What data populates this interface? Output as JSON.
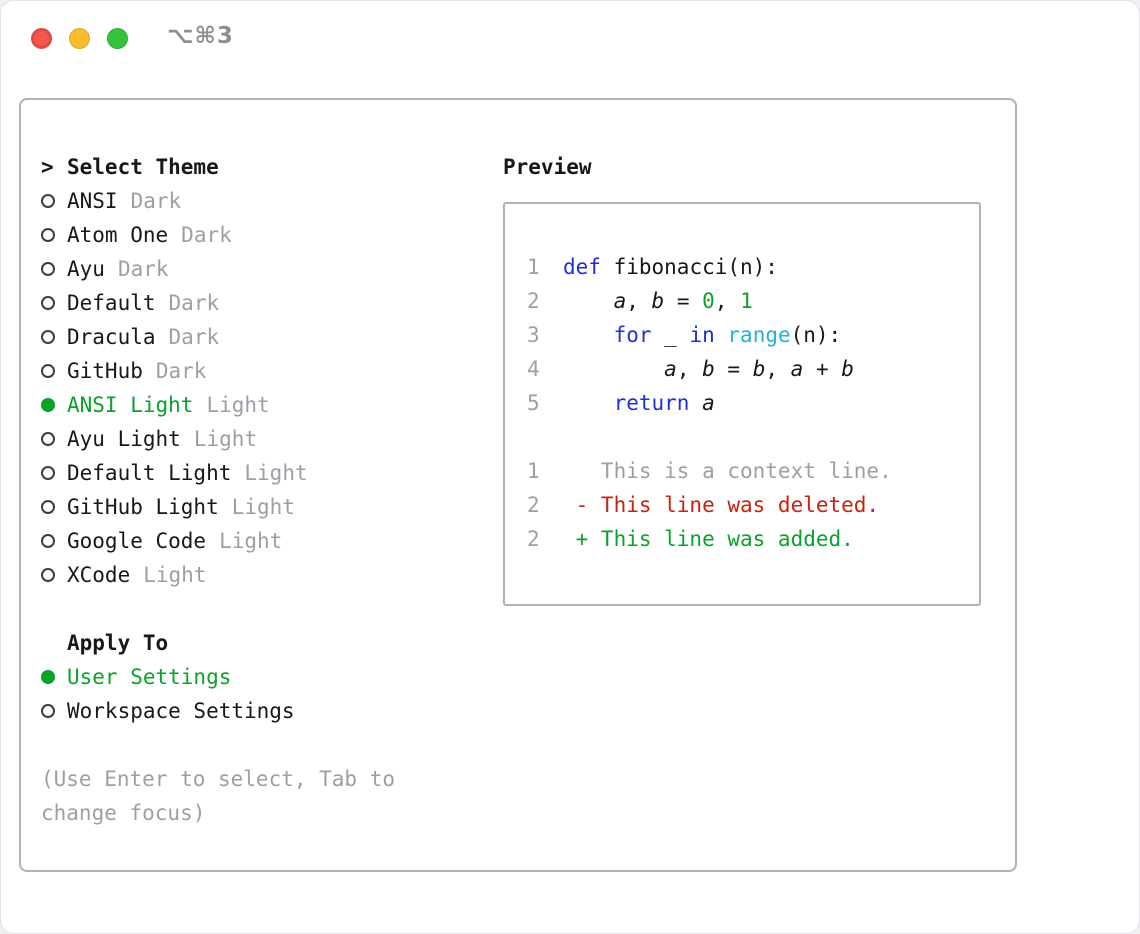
{
  "titlebar": {
    "shortcut": "⌥⌘3"
  },
  "selector": {
    "caret": ">",
    "title": "Select Theme",
    "themes": [
      {
        "name": "ANSI",
        "variant": "Dark",
        "selected": false
      },
      {
        "name": "Atom One",
        "variant": "Dark",
        "selected": false
      },
      {
        "name": "Ayu",
        "variant": "Dark",
        "selected": false
      },
      {
        "name": "Default",
        "variant": "Dark",
        "selected": false
      },
      {
        "name": "Dracula",
        "variant": "Dark",
        "selected": false
      },
      {
        "name": "GitHub",
        "variant": "Dark",
        "selected": false
      },
      {
        "name": "ANSI Light",
        "variant": "Light",
        "selected": true
      },
      {
        "name": "Ayu Light",
        "variant": "Light",
        "selected": false
      },
      {
        "name": "Default Light",
        "variant": "Light",
        "selected": false
      },
      {
        "name": "GitHub Light",
        "variant": "Light",
        "selected": false
      },
      {
        "name": "Google Code",
        "variant": "Light",
        "selected": false
      },
      {
        "name": "XCode",
        "variant": "Light",
        "selected": false
      }
    ],
    "apply_title": "Apply To",
    "apply_options": [
      {
        "label": "User Settings",
        "selected": true
      },
      {
        "label": "Workspace Settings",
        "selected": false
      }
    ],
    "hint": "(Use Enter to select, Tab to change focus)"
  },
  "preview": {
    "title": "Preview",
    "code_lines": [
      {
        "num": "1",
        "tokens": [
          [
            "kw",
            "def"
          ],
          [
            "plain",
            " fibonacci(n):"
          ]
        ]
      },
      {
        "num": "2",
        "tokens": [
          [
            "plain",
            "    "
          ],
          [
            "var",
            "a"
          ],
          [
            "plain",
            ", "
          ],
          [
            "var",
            "b"
          ],
          [
            "plain",
            " = "
          ],
          [
            "green",
            "0"
          ],
          [
            "plain",
            ", "
          ],
          [
            "green",
            "1"
          ]
        ]
      },
      {
        "num": "3",
        "tokens": [
          [
            "plain",
            "    "
          ],
          [
            "kw",
            "for"
          ],
          [
            "plain",
            " _ "
          ],
          [
            "kw",
            "in"
          ],
          [
            "plain",
            " "
          ],
          [
            "cyan",
            "range"
          ],
          [
            "plain",
            "(n):"
          ]
        ]
      },
      {
        "num": "4",
        "tokens": [
          [
            "plain",
            "        "
          ],
          [
            "var",
            "a"
          ],
          [
            "plain",
            ", "
          ],
          [
            "var",
            "b"
          ],
          [
            "plain",
            " = "
          ],
          [
            "var",
            "b"
          ],
          [
            "plain",
            ", "
          ],
          [
            "var",
            "a"
          ],
          [
            "plain",
            " + "
          ],
          [
            "var",
            "b"
          ]
        ]
      },
      {
        "num": "5",
        "tokens": [
          [
            "plain",
            "    "
          ],
          [
            "kw",
            "return"
          ],
          [
            "plain",
            " "
          ],
          [
            "var",
            "a"
          ]
        ]
      }
    ],
    "diff_lines": [
      {
        "num": "1",
        "tokens": [
          [
            "ctx",
            "   This is a context line."
          ]
        ]
      },
      {
        "num": "2",
        "tokens": [
          [
            "del",
            " - This line was deleted."
          ]
        ]
      },
      {
        "num": "2",
        "tokens": [
          [
            "add",
            " + This line was added."
          ]
        ]
      }
    ]
  },
  "colors": {
    "keyword_blue": "#2130d2",
    "builtin_cyan": "#23b3d2",
    "green": "#0aa32a",
    "red": "#c9220e",
    "gray": "#9aa0a6",
    "text": "#17181a",
    "border": "#aeb2b9",
    "traffic_close": "#f4574e",
    "traffic_minimize": "#f8bd2d",
    "traffic_zoom": "#36c33c"
  }
}
